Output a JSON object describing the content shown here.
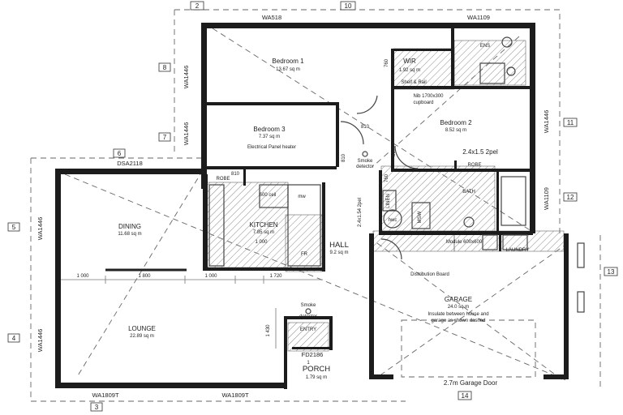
{
  "rooms": {
    "bedroom1": {
      "name": "Bedroom 1",
      "area": "13.67 sq m"
    },
    "bedroom3": {
      "name": "Bedroom 3",
      "area": "7.37 sq m",
      "note": "Electrical Panel heater"
    },
    "bedroom2": {
      "name": "Bedroom 2",
      "area": "8.52 sq m"
    },
    "wir": {
      "name": "WIR",
      "area": "1.92 sq m",
      "note": "Shelf & Rail"
    },
    "ens": {
      "name": "ENS"
    },
    "bath": {
      "name": "BATH"
    },
    "dining": {
      "name": "DINING",
      "area": "11.68 sq m"
    },
    "kitchen": {
      "name": "KITCHEN",
      "area": "7.85 sq m"
    },
    "hall": {
      "name": "HALL",
      "area": "9.2 sq m"
    },
    "laundry": {
      "name": "LAUNDRY"
    },
    "garage": {
      "name": "GARAGE",
      "area": "24.0 sq m",
      "note1": "Insulate between house and",
      "note2": "garage as shown dashed"
    },
    "lounge": {
      "name": "LOUNGE",
      "area": "22.89 sq m"
    },
    "entry": {
      "name": "ENTRY"
    },
    "porch": {
      "name": "PORCH",
      "area": "1.79 sq m"
    }
  },
  "labels": {
    "wa518": "WA518",
    "wa1109": "WA1109",
    "wa1446_a": "WA1446",
    "wa1446_b": "WA1446",
    "wa1446_c": "WA1446",
    "wa1446_d": "WA1446",
    "wa1446_e": "WA1446",
    "wa1109_side": "WA1109",
    "dsa2118": "DSA2118",
    "wa1809t_a": "WA1809T",
    "wa1809t_b": "WA1809T",
    "fd2186": "FD2186",
    "nib": "Nib 1700x300",
    "cupboard": "cupboard",
    "robe1": "ROBE",
    "robe2": "ROBE",
    "door810_a": "810",
    "door810_b": "810",
    "door810_c": "810",
    "door810_d": "810",
    "door760_a": "760",
    "door760_b": "760",
    "smoke1": "Smoke",
    "detector1": "detector",
    "smoke2": "Smoke",
    "detector2": "detector",
    "pel": "2.4x1.5 2pel",
    "pel_v": "2.4x1.54 2pel",
    "dist": "Distribution Board",
    "door_garage": "2.7m Garage Door",
    "hwc": "hwc",
    "ch600": "600 ceil",
    "mw": "mw",
    "dim1000_a": "1 000",
    "dim1800": "1 800",
    "dim1000_b": "1 000",
    "dim1720": "1 720",
    "dim1430": "1 430",
    "dim1000_k": "1 000",
    "linen": "LINEN",
    "msw": "MSW",
    "module": "Module 600x600",
    "fr": "FR",
    "one": "1"
  },
  "grid_refs": [
    "2",
    "10",
    "8",
    "7",
    "6",
    "5",
    "4",
    "3",
    "11",
    "12",
    "13",
    "14"
  ],
  "colors": {
    "wall": "#1c1c1c",
    "hatch": "#888888",
    "line": "#444444"
  }
}
